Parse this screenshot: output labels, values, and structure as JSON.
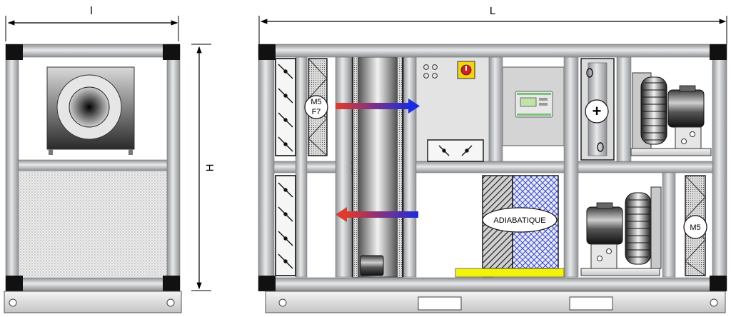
{
  "dimensions": {
    "width_label": "l",
    "length_label": "L",
    "height_label": "H"
  },
  "labels": {
    "filter_supply_top": "M5",
    "filter_supply_bottom": "F7",
    "filter_exhaust": "M5",
    "adiabatic": "ADIABATIQUE",
    "heater_symbol": "+"
  },
  "colors": {
    "frame": "#b9bcbf",
    "corner": "#111111",
    "supply_arrow_start": "#e23a2a",
    "supply_arrow_end": "#1a2be0",
    "exhaust_arrow_start": "#1a2be0",
    "exhaust_arrow_end": "#e23a2a",
    "adiabatic_blue": "#3b49d6",
    "yellow_tray": "#f2f20a",
    "switch_yellow": "#f5d311",
    "switch_red": "#d81e1e",
    "display_green": "#bfe3a8"
  }
}
